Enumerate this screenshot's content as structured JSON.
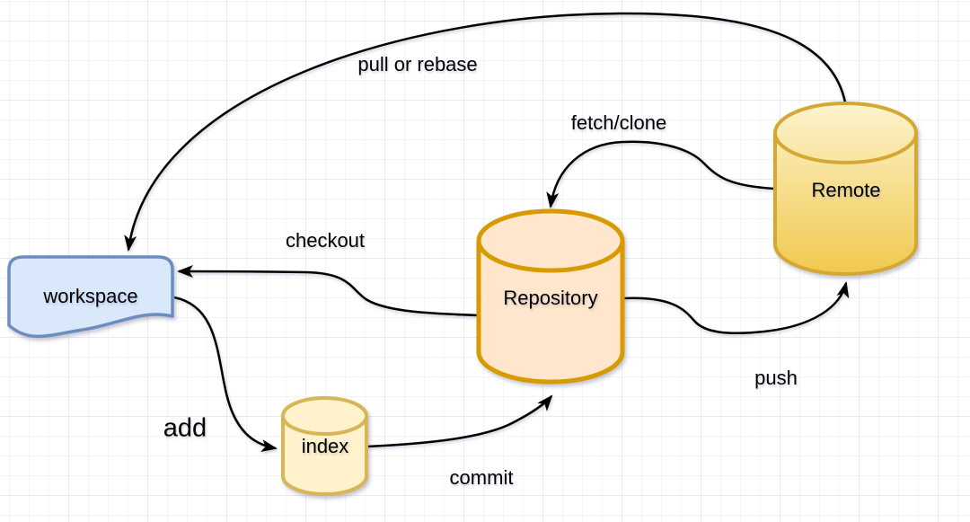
{
  "diagram": {
    "type": "git-workflow-flow-diagram",
    "background": {
      "grid": true,
      "minor_line_color": "#f4f4f7",
      "major_line_color": "#e9e9ee"
    },
    "nodes": [
      {
        "id": "workspace",
        "label": "workspace",
        "shape": "document",
        "fill": "#dae8fc",
        "stroke": "#6c8ebf"
      },
      {
        "id": "index",
        "label": "index",
        "shape": "cylinder",
        "fill": "#fff2cc",
        "stroke": "#d6b656"
      },
      {
        "id": "repository",
        "label": "Repository",
        "shape": "cylinder",
        "fill": "#ffe6cc",
        "stroke": "#d79b00"
      },
      {
        "id": "remote",
        "label": "Remote",
        "shape": "cylinder",
        "fill_top": "#fdf3cd",
        "fill_bottom": "#f1c94e",
        "stroke": "#d5a834"
      }
    ],
    "edges": [
      {
        "id": "pull",
        "label": "pull or rebase",
        "from": "Remote",
        "to": "workspace"
      },
      {
        "id": "fetch",
        "label": "fetch/clone",
        "from": "Remote",
        "to": "Repository"
      },
      {
        "id": "checkout",
        "label": "checkout",
        "from": "Repository",
        "to": "workspace"
      },
      {
        "id": "add",
        "label": "add",
        "from": "workspace",
        "to": "index"
      },
      {
        "id": "commit",
        "label": "commit",
        "from": "index",
        "to": "Repository"
      },
      {
        "id": "push",
        "label": "push",
        "from": "Repository",
        "to": "Remote"
      }
    ],
    "edge_color": "#000000"
  }
}
